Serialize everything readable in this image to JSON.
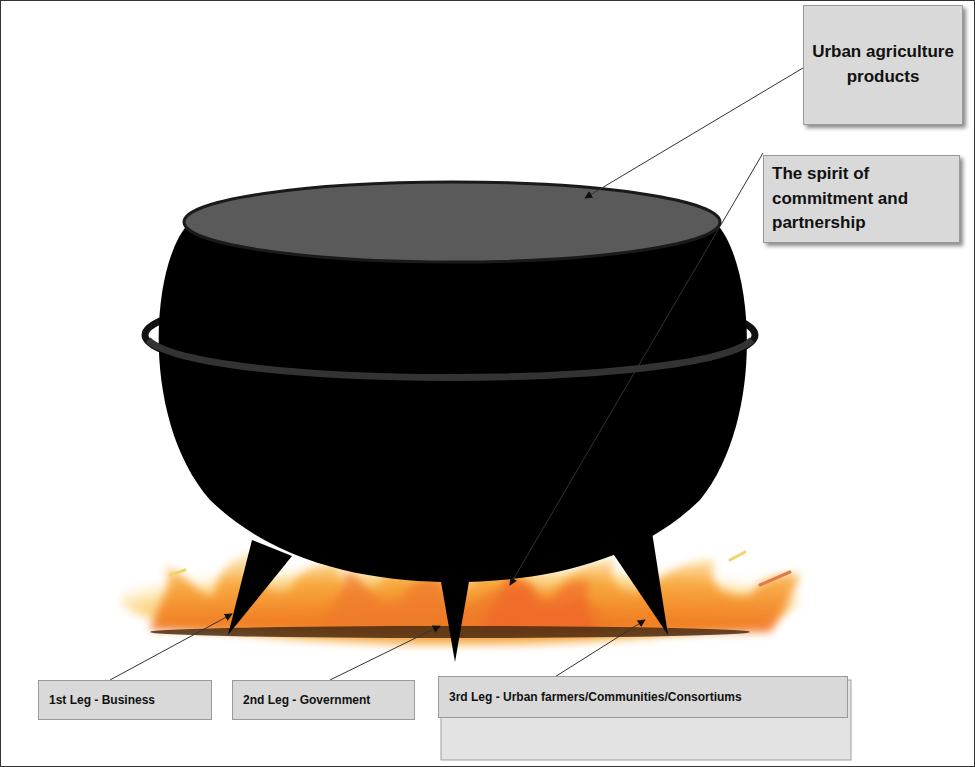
{
  "diagram": {
    "nodes": [
      {
        "text": [
          "Urban agriculture products"
        ]
      },
      {
        "text": [
          "The spirit of commitment and partnership"
        ]
      },
      {
        "text": [
          "1st Leg - Business"
        ]
      },
      {
        "text": [
          "2nd Leg - Government"
        ]
      },
      {
        "text": [
          "3rd Leg - Urban farmers/Communities/Consortiums"
        ]
      }
    ]
  }
}
